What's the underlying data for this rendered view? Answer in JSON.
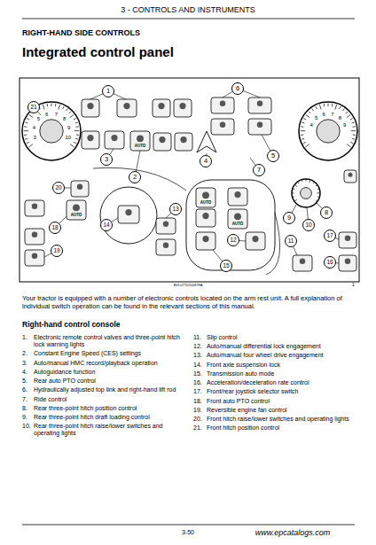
{
  "diagram": {
    "title": "Integrated control panel",
    "nodes": [
      {
        "text": [
          "1"
        ]
      },
      {
        "text": [
          "6"
        ]
      },
      {
        "text": [
          "21"
        ]
      },
      {
        "text": [
          "5"
        ]
      },
      {
        "text": [
          "3"
        ]
      },
      {
        "text": [
          "7"
        ]
      },
      {
        "text": [
          "4"
        ]
      },
      {
        "text": [
          "2"
        ]
      },
      {
        "text": [
          "20"
        ]
      },
      {
        "text": [
          "13"
        ]
      },
      {
        "text": [
          "8"
        ]
      },
      {
        "text": [
          "9"
        ]
      },
      {
        "text": [
          "14"
        ]
      },
      {
        "text": [
          "10"
        ]
      },
      {
        "text": [
          "18"
        ]
      },
      {
        "text": [
          "17"
        ]
      },
      {
        "text": [
          "12"
        ]
      },
      {
        "text": [
          "11"
        ]
      },
      {
        "text": [
          "19"
        ]
      },
      {
        "text": [
          "16"
        ]
      },
      {
        "text": [
          "15"
        ]
      }
    ],
    "labels": [
      "3 - CONTROLS AND INSTRUMENTS",
      "RIGHT-HAND SIDE CONTROLS",
      "3",
      "4",
      "5",
      "6",
      "7",
      "8",
      "9",
      "10",
      "4",
      "5",
      "6",
      "7",
      "8",
      "9",
      "AUTO",
      "AUTO",
      "AUTO",
      "AUTO",
      "BVL07T020087FA",
      "1",
      "Your tractor is equipped with a number of electronic controls located on the arm rest unit. A full explanation of individual switch operation can be found in the relevant sections of this manual.",
      "Right-hand control console",
      "1.",
      "Electronic remote control valves and three-point hitch lock warning lights",
      "2.",
      "Constant Engine Speed (CES) settings",
      "3.",
      "Auto/manual HMC record/playback operation",
      "4.",
      "Autoguidance function",
      "5.",
      "Rear auto PTO control",
      "6.",
      "Hydraulically adjusted top link and right-hand lift rod",
      "7.",
      "Ride control",
      "8.",
      "Rear three-point hitch position control",
      "9.",
      "Rear three-point hitch draft loading control",
      "10.",
      "Rear three-point hitch raise/lower switches and operating lights",
      "11.",
      "Slip control",
      "12.",
      "Auto/manual differential lock engagement",
      "13.",
      "Auto/manual four wheel drive engagement",
      "14.",
      "Front axle suspension lock",
      "15.",
      "Transmission auto mode",
      "16.",
      "Acceleration/deceleration rate control",
      "17.",
      "Front/rear joystick selector switch",
      "18.",
      "Front auto PTO control",
      "19.",
      "Reversible engine fan control",
      "20.",
      "Front hitch raise/lower switches and operating lights",
      "21.",
      "Front hitch position control",
      "3-50",
      "www.epcatalogs.com"
    ]
  }
}
